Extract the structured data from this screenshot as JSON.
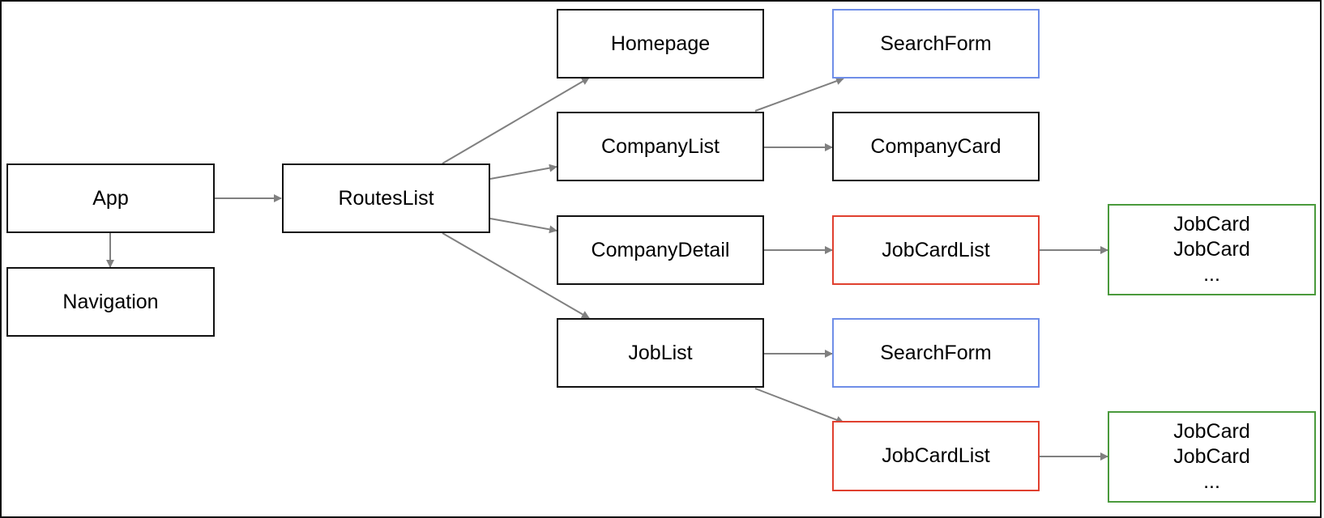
{
  "diagram": {
    "colors": {
      "default_border": "#111111",
      "search_border": "#6f8ee8",
      "list_border": "#e0402f",
      "card_border": "#4a9a3c",
      "edge": "#808080"
    },
    "nodes": {
      "app": {
        "label": "App"
      },
      "navigation": {
        "label": "Navigation"
      },
      "routes_list": {
        "label": "RoutesList"
      },
      "homepage": {
        "label": "Homepage"
      },
      "company_list": {
        "label": "CompanyList"
      },
      "company_detail": {
        "label": "CompanyDetail"
      },
      "job_list": {
        "label": "JobList"
      },
      "search_form_1": {
        "label": "SearchForm"
      },
      "company_card": {
        "label": "CompanyCard"
      },
      "job_card_list_1": {
        "label": "JobCardList"
      },
      "search_form_2": {
        "label": "SearchForm"
      },
      "job_card_list_2": {
        "label": "JobCardList"
      },
      "job_cards_1": {
        "lines": [
          "JobCard",
          "JobCard",
          "..."
        ]
      },
      "job_cards_2": {
        "lines": [
          "JobCard",
          "JobCard",
          "..."
        ]
      }
    },
    "edges": [
      {
        "from": "App",
        "to": "RoutesList"
      },
      {
        "from": "App",
        "to": "Navigation"
      },
      {
        "from": "RoutesList",
        "to": "Homepage"
      },
      {
        "from": "RoutesList",
        "to": "CompanyList"
      },
      {
        "from": "RoutesList",
        "to": "CompanyDetail"
      },
      {
        "from": "RoutesList",
        "to": "JobList"
      },
      {
        "from": "CompanyList",
        "to": "SearchForm"
      },
      {
        "from": "CompanyList",
        "to": "CompanyCard"
      },
      {
        "from": "CompanyDetail",
        "to": "JobCardList"
      },
      {
        "from": "JobCardList",
        "to": "JobCard"
      },
      {
        "from": "JobList",
        "to": "SearchForm"
      },
      {
        "from": "JobList",
        "to": "JobCardList"
      },
      {
        "from": "JobCardList",
        "to": "JobCard"
      }
    ]
  }
}
